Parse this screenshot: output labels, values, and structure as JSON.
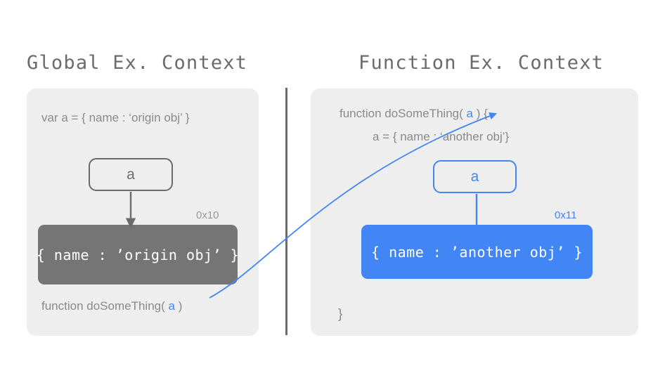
{
  "panels": {
    "global": {
      "title": "Global Ex. Context",
      "code_declaration": "var a = { name : ‘origin obj’ }",
      "variable_box_label": "a",
      "object_box_text": "{ name : ’origin obj’ }",
      "address_label": "0x10",
      "code_function_prefix": "function doSomeThing( ",
      "code_function_arg": "a",
      "code_function_suffix": " )"
    },
    "function": {
      "title": "Function Ex. Context",
      "code_signature_prefix": "function doSomeThing( ",
      "code_signature_arg": "a",
      "code_signature_suffix": " ) {",
      "code_assignment": "a = { name : ‘another obj’}",
      "code_close_brace": "}",
      "variable_box_label": "a",
      "object_box_text": "{ name : ’another obj’ }",
      "address_label": "0x11"
    }
  },
  "colors": {
    "accent_blue": "#4285f4",
    "object_gray": "#757575",
    "panel_background": "#eeeeee",
    "text_gray": "#8a8a8a",
    "title_gray": "#6b6b6b",
    "page_background": "#ffffff"
  },
  "connectors": {
    "global_var_to_object": "arrow-down-gray",
    "function_var_to_object": "line-down-blue",
    "global_arg_to_function_param": "curved-arrow-blue"
  }
}
